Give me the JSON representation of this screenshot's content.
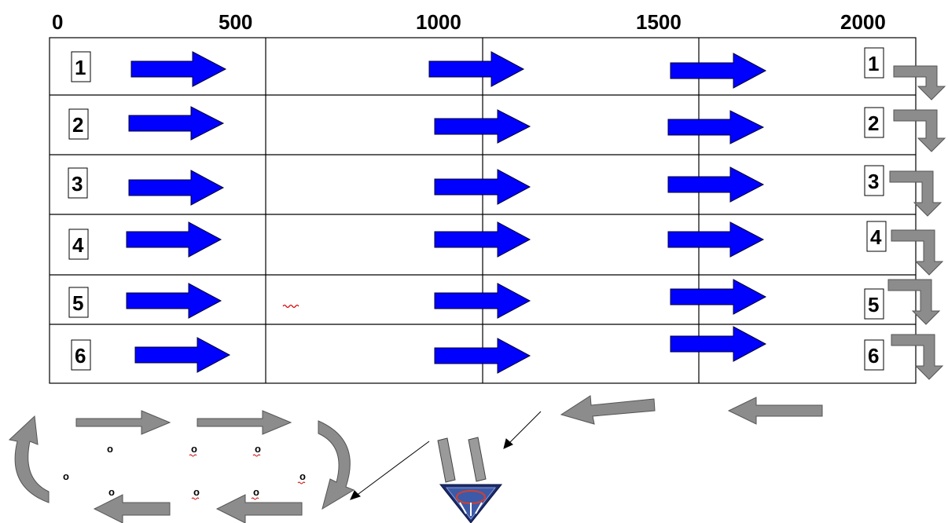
{
  "distance_scale": {
    "ticks": [
      "0",
      "500",
      "1000",
      "1500",
      "2000"
    ]
  },
  "lanes": [
    {
      "number": "1"
    },
    {
      "number": "2"
    },
    {
      "number": "3"
    },
    {
      "number": "4"
    },
    {
      "number": "5"
    },
    {
      "number": "6"
    }
  ],
  "flow": {
    "direction_arrows_per_lane": 3,
    "right_turn_arrows": 6,
    "return_arrows": 2
  },
  "cooldown_loop": {
    "markers": [
      "o",
      "o",
      "o",
      "o",
      "o",
      "o",
      "o",
      "o"
    ]
  },
  "colors": {
    "forward_arrow": "#0000ff",
    "return_arrow": "#8c8c8c",
    "grid_line": "#000000"
  },
  "icons": [
    "logo-emblem-icon"
  ]
}
